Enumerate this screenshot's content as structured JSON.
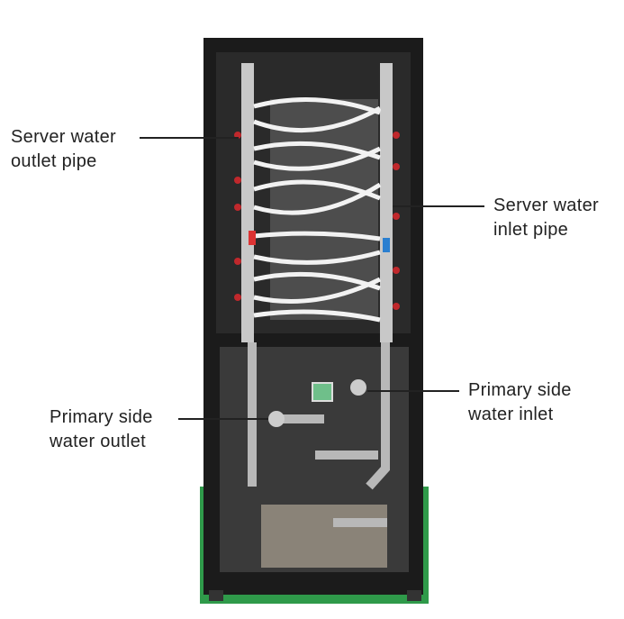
{
  "labels": {
    "server_outlet": {
      "line1": "Server water",
      "line2": "outlet pipe"
    },
    "server_inlet": {
      "line1": "Server water",
      "line2": "inlet pipe"
    },
    "primary_inlet": {
      "line1": "Primary side",
      "line2": "water inlet"
    },
    "primary_outlet": {
      "line1": "Primary side",
      "line2": "water outlet"
    }
  },
  "colors": {
    "rack": "#1a1a1a",
    "floor": "#2f9a4a",
    "tube": "#f2f2f2",
    "pipe": "#c8c8c8",
    "valve": "#c0282c"
  }
}
